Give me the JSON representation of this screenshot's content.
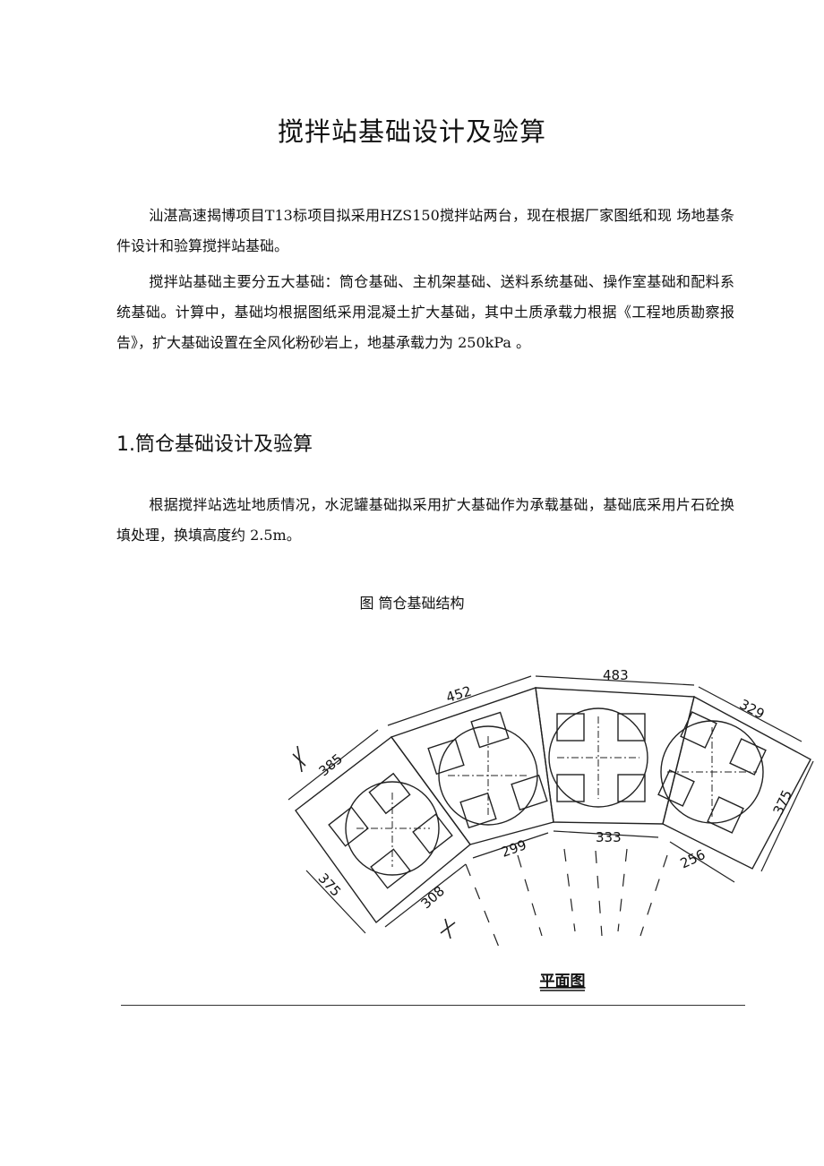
{
  "document": {
    "title": "搅拌站基础设计及验算",
    "paragraphs": [
      "汕湛高速揭博项目T13标项目拟采用HZS150搅拌站两台，现在根据厂家图纸和现 场地基条件设计和验算搅拌站基础。",
      "搅拌站基础主要分五大基础：筒仓基础、主机架基础、送料系统基础、操作室基础和配料系统基础。计算中，基础均根据图纸采用混凝土扩大基础，其中土质承载力根据《工程地质勘察报告》，扩大基础设置在全风化粉砂岩上，地基承载力为 250kPa 。",
      "根据搅拌站选址地质情况，水泥罐基础拟采用扩大基础作为承载基础，基础底采用片石砼换填处理，换填高度约 2.5m。"
    ],
    "section_heading": "1.筒仓基础设计及验算",
    "figure_caption": "图  筒仓基础结构",
    "figure": {
      "dimensions": [
        "385",
        "452",
        "483",
        "329",
        "375",
        "375",
        "308",
        "299",
        "333",
        "256"
      ],
      "section_mark": "I",
      "plan_label": "平面图"
    }
  }
}
